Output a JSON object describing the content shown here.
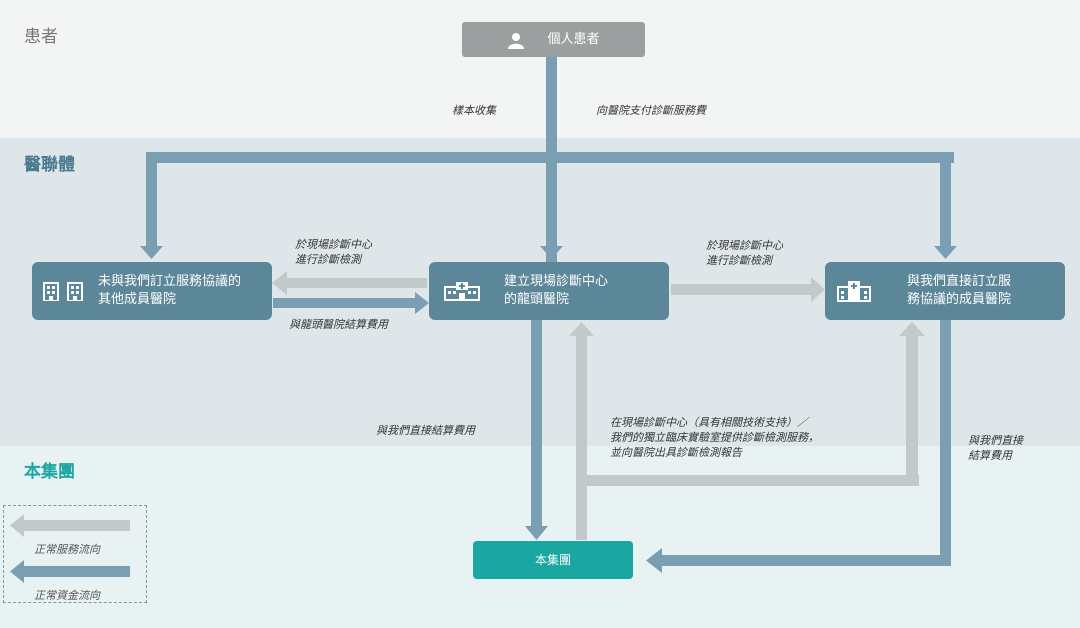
{
  "bands": {
    "patients": "患者",
    "alliance": "醫聯體",
    "group": "本集團"
  },
  "nodes": {
    "individual": "個人患者",
    "other_members": "未與我們訂立服務協議的\n其他成員醫院",
    "lead_hospital": "建立現場診斷中心\n的龍頭醫院",
    "contract_members": "與我們直接訂立服\n務協議的成員醫院",
    "group": "本集團"
  },
  "flow_labels": {
    "sample": "樣本收集",
    "pay": "向醫院支付診斷服務費",
    "onsite_left": "於現場診斷中心\n進行診斷檢測",
    "onsite_right": "於現場診斷中心\n進行診斷檢測",
    "settle_lead": "與龍頭醫院結算費用",
    "settle_direct": "與我們直接結算費用",
    "service_desc": "在現場診斷中心（具有相關技術支持）／\n我們的獨立臨床實驗室提供診斷檢測服務，\n並向醫院出具診斷檢測報告",
    "settle_direct_right": "與我們直接\n結算費用"
  },
  "legend": {
    "service": "正常服務流向",
    "funds": "正常資金流向"
  },
  "icons": {
    "individual": "person-icon",
    "other_members": "buildings-icon",
    "lead_hospital": "hospital-icon",
    "contract_members": "hospital-icon",
    "group": "none"
  },
  "colors": {
    "band_patients": "#f3f4f4",
    "band_alliance": "#dfe6ea",
    "band_group": "#e8f2f3",
    "node": "#5b8799",
    "node_individual": "#9c9fa0",
    "node_group": "#1aa6a1",
    "service_flow": "#c3c8cb",
    "fund_flow": "#7a9fb3",
    "label_alliance": "#4a7a8f",
    "label_group": "#1aa6a1",
    "label_patients": "#777777"
  }
}
